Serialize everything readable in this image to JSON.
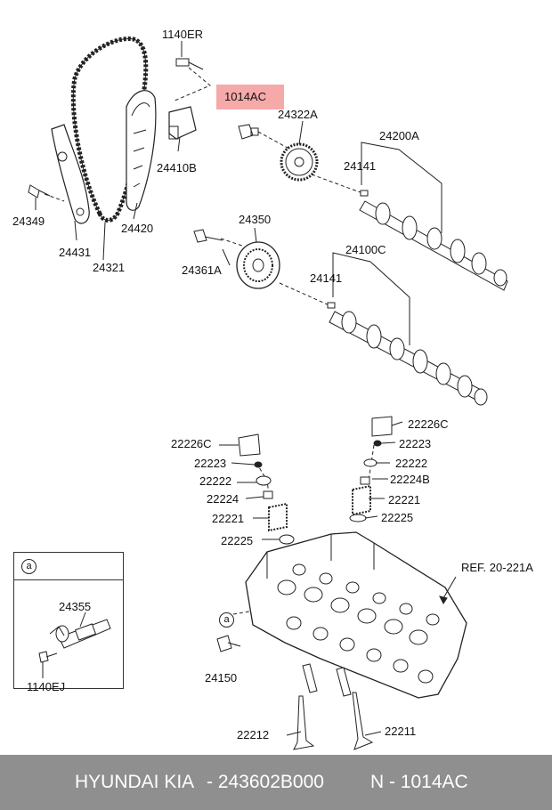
{
  "labels": {
    "p1140er": "1140ER",
    "p1014ac": "1014AC",
    "p24322a": "24322A",
    "p24200a": "24200A",
    "p24141a": "24141",
    "p24410b": "24410B",
    "p24349": "24349",
    "p24420": "24420",
    "p24431": "24431",
    "p24321": "24321",
    "p24350": "24350",
    "p24361a": "24361A",
    "p24100c": "24100C",
    "p24141b": "24141",
    "p22226c_r": "22226C",
    "p22223_r": "22223",
    "p22222_r": "22222",
    "p22224b": "22224B",
    "p22221_r": "22221",
    "p22225_r": "22225",
    "p22226c_l": "22226C",
    "p22223_l": "22223",
    "p22222_l": "22222",
    "p22224_l": "22224",
    "p22221_l": "22221",
    "p22225_l": "22225",
    "ref": "REF. 20-221A",
    "p24150": "24150",
    "p22212": "22212",
    "p22211": "22211",
    "marker_a": "a"
  },
  "inset": {
    "marker": "a",
    "p24355": "24355",
    "p1140ej": "1140EJ"
  },
  "footer": {
    "brand": "HYUNDAI  KIA",
    "part_number": "- 243602B000",
    "ref_number": "N - 1014AC"
  },
  "highlight_color": "#f4a0a0",
  "footer_color": "#8f8f8f"
}
